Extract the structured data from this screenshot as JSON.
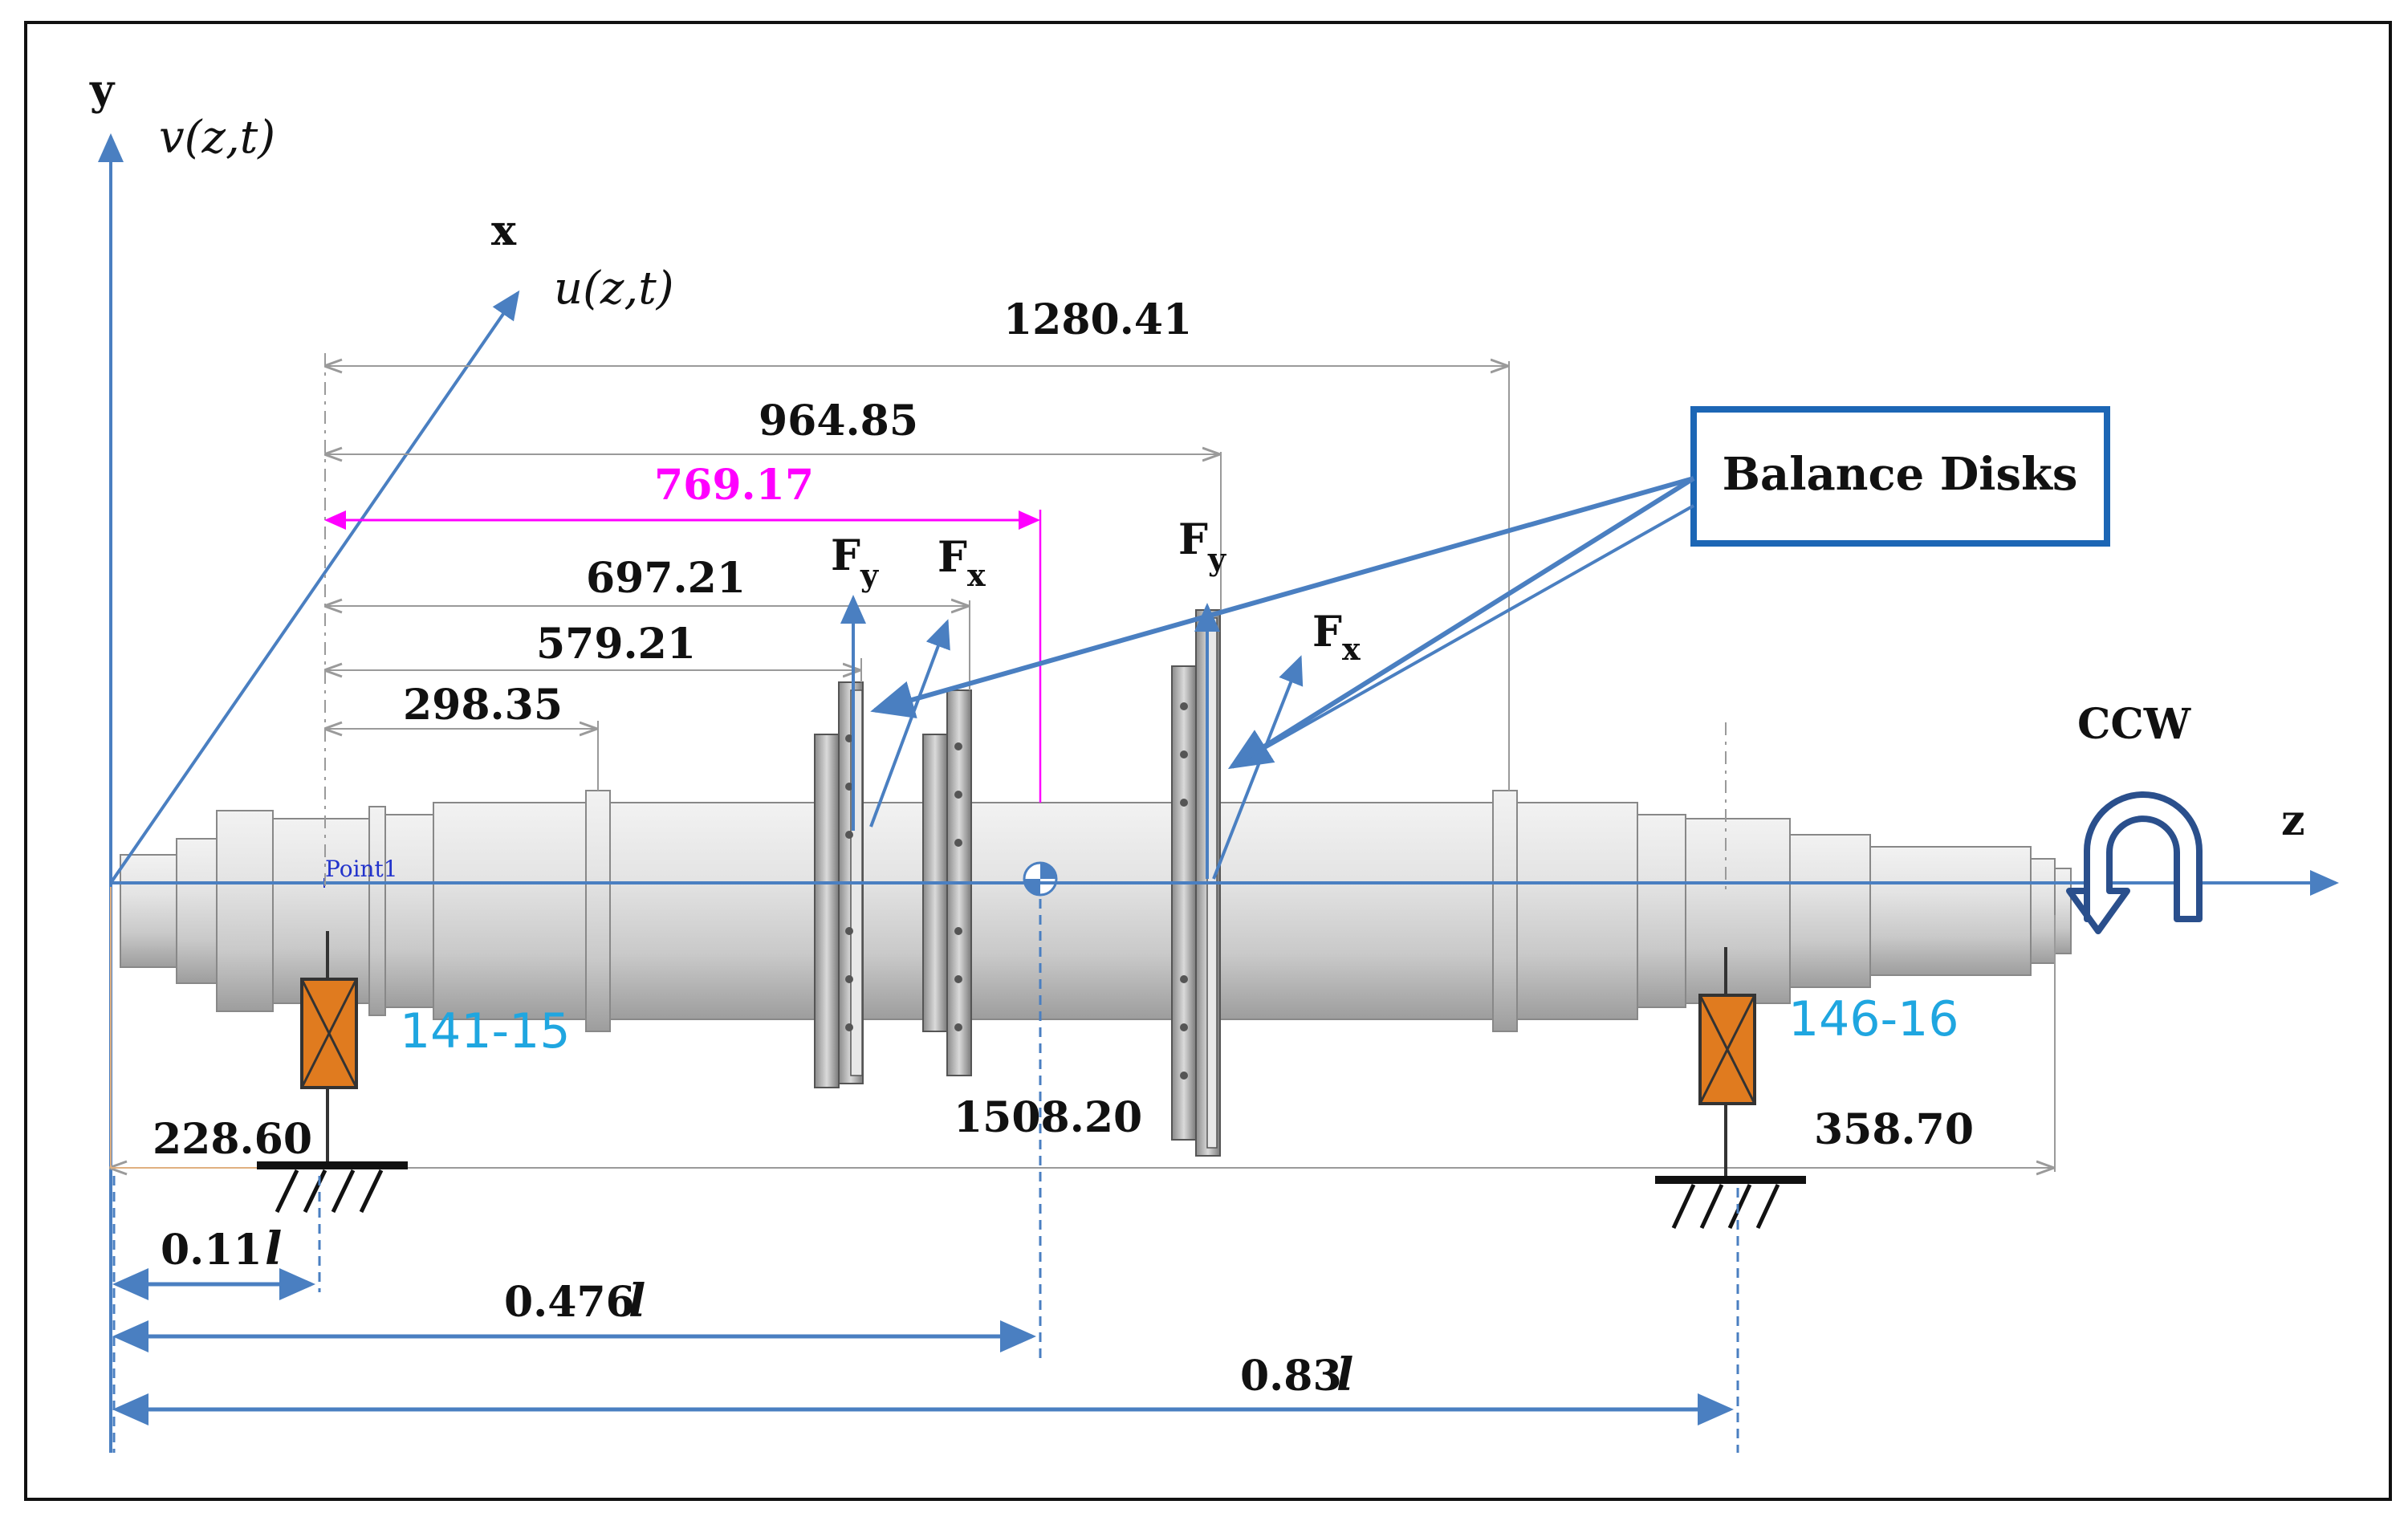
{
  "axes": {
    "y_label": "y",
    "v_label": "v(z,t)",
    "x_label": "x",
    "u_label": "u(z,t)",
    "z_label": "z"
  },
  "dimensions": {
    "d1280": "1280.41",
    "d964": "964.85",
    "d769": "769.17",
    "d697": "697.21",
    "d579": "579.21",
    "d298": "298.35",
    "d228": "228.60",
    "d1508": "1508.20",
    "d358": "358.70"
  },
  "forces": {
    "fy1_main": "F",
    "fy1_sub": "y",
    "fx1_main": "F",
    "fx1_sub": "x",
    "fy2_main": "F",
    "fy2_sub": "y",
    "fx2_main": "F",
    "fx2_sub": "x"
  },
  "bearings": {
    "left": "141-15",
    "right": "146-16"
  },
  "callout": "Balance Disks",
  "rotation": "CCW",
  "point_label": "Point1",
  "fractions": {
    "f011": "0.11",
    "f0476": "0.476",
    "f083": "0.83",
    "l_symbol": "l"
  },
  "colors": {
    "axis_blue": "#4a7fc1",
    "magenta": "#ff00ff",
    "bearing_orange": "#e07b1f",
    "label_cyan": "#1fa6e0",
    "callout_border": "#1c66b5",
    "dim_gray": "#9a9a9a"
  }
}
